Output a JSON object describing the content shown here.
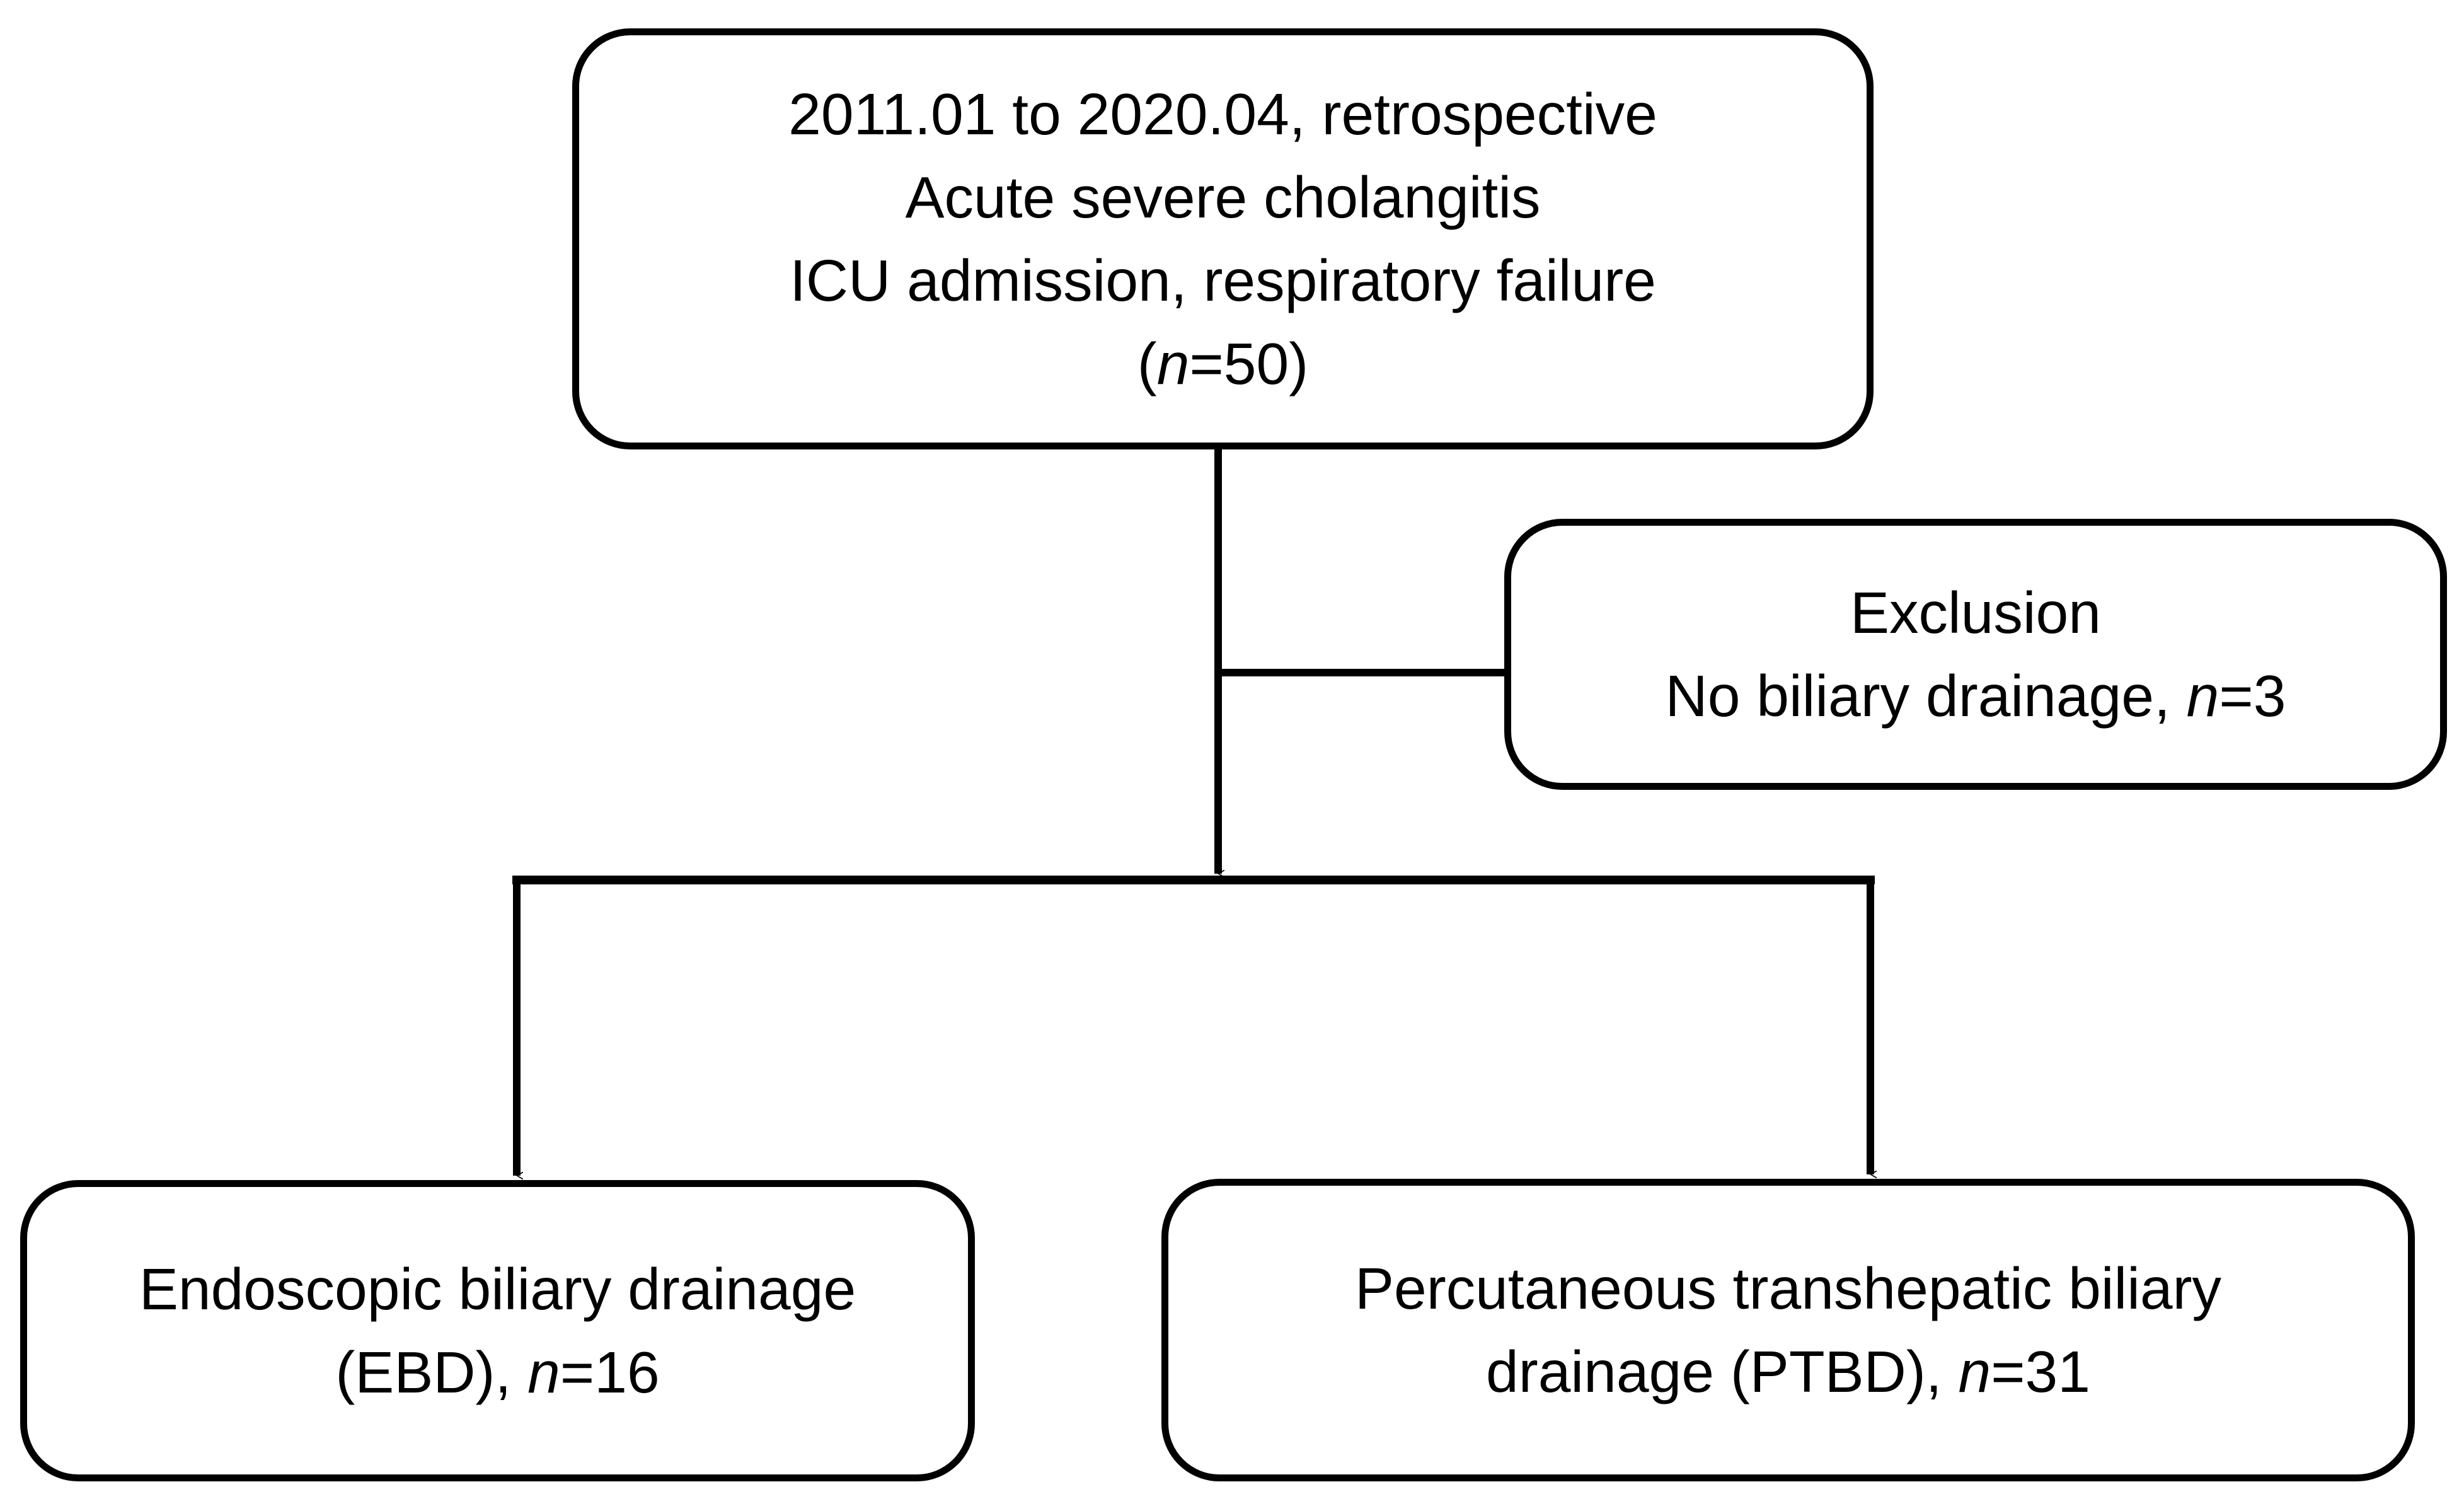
{
  "diagram": {
    "type": "flowchart",
    "title": "Patient selection flow diagram",
    "orientation": "top-down",
    "background_color": "#FFFFFF",
    "stroke_color": "#000000",
    "text_color": "#000000"
  },
  "nodes": {
    "cohort": {
      "id": "cohort",
      "role": "source-cohort",
      "lines": [
        "2011.01 to 2020.04, retrospective",
        "Acute severe cholangitis",
        "ICU admission, respiratory failure"
      ],
      "count_prefix": "(",
      "count_italic": "n",
      "count_suffix": "=50)",
      "count_value": 50
    },
    "exclusion": {
      "id": "exclusion",
      "role": "exclusion",
      "heading": "Exclusion",
      "reason": "No biliary drainage, ",
      "count_italic": "n",
      "count_suffix": "=3",
      "count_value": 3
    },
    "ebd": {
      "id": "ebd",
      "role": "arm-left",
      "line1": "Endoscopic biliary drainage",
      "line2_prefix": "(EBD), ",
      "count_italic": "n",
      "count_suffix": "=16",
      "count_value": 16
    },
    "ptbd": {
      "id": "ptbd",
      "role": "arm-right",
      "line1": "Percutaneous transhepatic biliary",
      "line2_prefix": "drainage (PTBD), ",
      "count_italic": "n",
      "count_suffix": "=31",
      "count_value": 31
    }
  },
  "edges": [
    {
      "id": "cohort-to-split",
      "from": "cohort",
      "to": "split-bar",
      "style": "solid-arrow"
    },
    {
      "id": "cohort-to-exclusion",
      "from": "cohort",
      "to": "exclusion",
      "style": "solid-line"
    },
    {
      "id": "split-to-ebd",
      "from": "split-bar",
      "to": "ebd",
      "style": "solid-arrow"
    },
    {
      "id": "split-to-ptbd",
      "from": "split-bar",
      "to": "ptbd",
      "style": "solid-arrow"
    }
  ]
}
